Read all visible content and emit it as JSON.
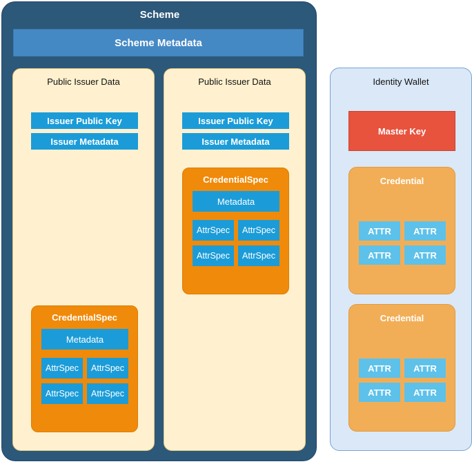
{
  "scheme": {
    "title": "Scheme",
    "metadata_label": "Scheme Metadata",
    "issuers": [
      {
        "title": "Public Issuer Data",
        "public_key_label": "Issuer Public Key",
        "metadata_label": "Issuer Metadata",
        "credential_spec": {
          "title": "CredentialSpec",
          "metadata_label": "Metadata",
          "attr_specs": [
            "AttrSpec",
            "AttrSpec",
            "AttrSpec",
            "AttrSpec"
          ]
        }
      },
      {
        "title": "Public Issuer Data",
        "public_key_label": "Issuer Public Key",
        "metadata_label": "Issuer Metadata",
        "credential_spec": {
          "title": "CredentialSpec",
          "metadata_label": "Metadata",
          "attr_specs": [
            "AttrSpec",
            "AttrSpec",
            "AttrSpec",
            "AttrSpec"
          ]
        }
      }
    ]
  },
  "wallet": {
    "title": "Identity Wallet",
    "master_key_label": "Master Key",
    "credentials": [
      {
        "title": "Credential",
        "attrs": [
          "ATTR",
          "ATTR",
          "ATTR",
          "ATTR"
        ]
      },
      {
        "title": "Credential",
        "attrs": [
          "ATTR",
          "ATTR",
          "ATTR",
          "ATTR"
        ]
      }
    ]
  },
  "colors": {
    "scheme_bg": "#2c587a",
    "scheme_metadata": "#4589c4",
    "issuer_bg": "#fff1cf",
    "blue_bar": "#1b9cd8",
    "credential_spec": "#f08a0a",
    "wallet_bg": "#dae8f8",
    "master_key": "#e8533e",
    "credential": "#f2ae56",
    "attr": "#5dc1ea"
  }
}
